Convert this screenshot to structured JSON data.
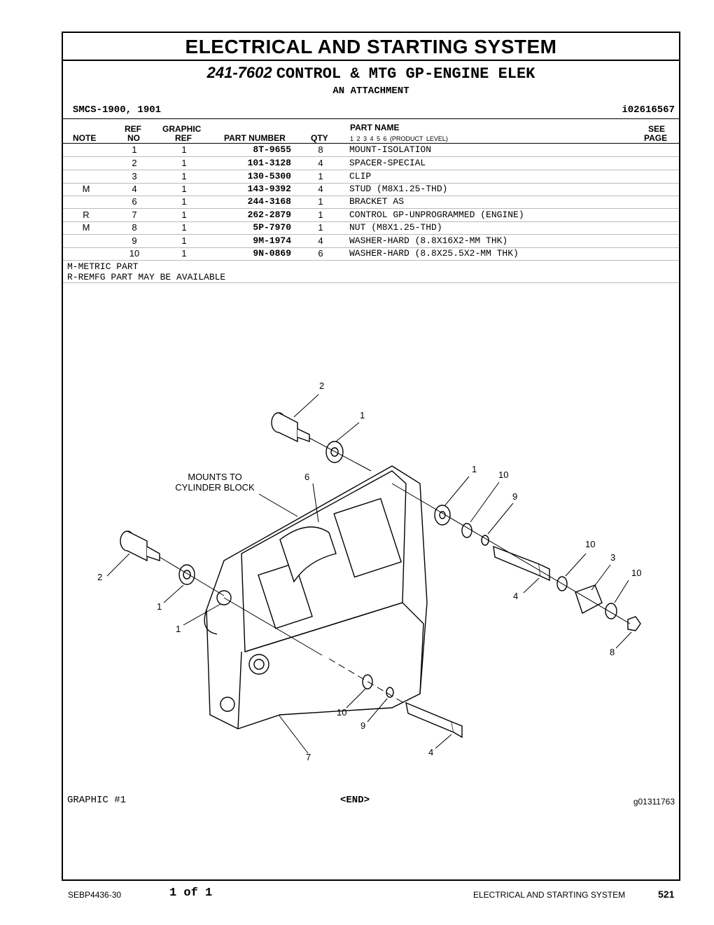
{
  "header": {
    "title": "ELECTRICAL AND STARTING SYSTEM",
    "part_number": "241-7602",
    "part_name": "CONTROL & MTG GP-ENGINE ELEK",
    "subtitle": "AN ATTACHMENT",
    "smcs": "SMCS-1900, 1901",
    "identifier": "i02616567"
  },
  "table": {
    "headers": {
      "note": "NOTE",
      "ref_top": "REF",
      "ref_bottom": "NO",
      "graphic_top": "GRAPHIC",
      "graphic_bottom": "REF",
      "part_number": "PART NUMBER",
      "qty": "QTY",
      "part_name": "PART NAME",
      "product_level": "1   2   3   4   5   6   (PRODUCT LEVEL)",
      "see_top": "SEE",
      "see_bottom": "PAGE"
    },
    "rows": [
      {
        "note": "",
        "ref": "1",
        "graphic": "1",
        "part_number": "8T-9655",
        "qty": "8",
        "name": "MOUNT-ISOLATION"
      },
      {
        "note": "",
        "ref": "2",
        "graphic": "1",
        "part_number": "101-3128",
        "qty": "4",
        "name": "SPACER-SPECIAL"
      },
      {
        "note": "",
        "ref": "3",
        "graphic": "1",
        "part_number": "130-5300",
        "qty": "1",
        "name": "CLIP"
      },
      {
        "note": "M",
        "ref": "4",
        "graphic": "1",
        "part_number": "143-9392",
        "qty": "4",
        "name": "STUD (M8X1.25-THD)"
      },
      {
        "note": "",
        "ref": "6",
        "graphic": "1",
        "part_number": "244-3168",
        "qty": "1",
        "name": "BRACKET AS"
      },
      {
        "note": "R",
        "ref": "7",
        "graphic": "1",
        "part_number": "262-2879",
        "qty": "1",
        "name": "CONTROL GP-UNPROGRAMMED (ENGINE)"
      },
      {
        "note": "M",
        "ref": "8",
        "graphic": "1",
        "part_number": "5P-7970",
        "qty": "1",
        "name": "NUT (M8X1.25-THD)"
      },
      {
        "note": "",
        "ref": "9",
        "graphic": "1",
        "part_number": "9M-1974",
        "qty": "4",
        "name": "WASHER-HARD (8.8X16X2-MM THK)"
      },
      {
        "note": "",
        "ref": "10",
        "graphic": "1",
        "part_number": "9N-0869",
        "qty": "6",
        "name": "WASHER-HARD (8.8X25.5X2-MM THK)"
      }
    ]
  },
  "notes": [
    "M-METRIC PART",
    "R-REMFG PART MAY BE AVAILABLE"
  ],
  "diagram": {
    "mounts_label_line1": "MOUNTS TO",
    "mounts_label_line2": "CYLINDER BLOCK",
    "callouts": [
      "2",
      "1",
      "1",
      "10",
      "9",
      "6",
      "10",
      "3",
      "10",
      "2",
      "1",
      "1",
      "4",
      "8",
      "10",
      "9",
      "4",
      "7"
    ]
  },
  "graphic_footer": {
    "label": "GRAPHIC #1",
    "end": "<END>",
    "graphic_id": "g01311763"
  },
  "footer": {
    "doc_id": "SEBP4436-30",
    "page_of": "1 of 1",
    "section": "ELECTRICAL AND STARTING SYSTEM",
    "page_number": "521"
  }
}
